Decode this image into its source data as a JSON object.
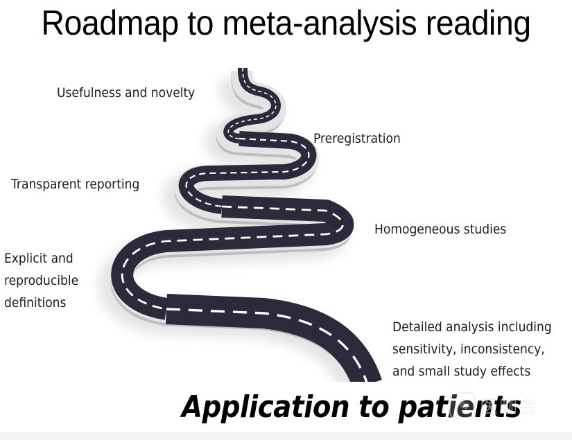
{
  "title": "Roadmap to meta-analysis reading",
  "milestones": [
    {
      "label": "Usefulness and novelty"
    },
    {
      "label": "Preregistration"
    },
    {
      "label": "Transparent reporting"
    },
    {
      "label": "Homogeneous studies"
    },
    {
      "label_lines": [
        "Explicit and",
        "reproducible",
        "definitions"
      ]
    },
    {
      "label_lines": [
        "Detailed analysis including",
        "sensitivity, inconsistency,",
        "and small study effects"
      ]
    }
  ],
  "footer": "Application to patients",
  "watermark": {
    "icon": "logo-icon",
    "text": "医咖会"
  },
  "colors": {
    "road": "#2b2a3a",
    "road_edge": "#d2d2d2",
    "dash": "#ffffff",
    "shadow": "#cfcfcf"
  }
}
